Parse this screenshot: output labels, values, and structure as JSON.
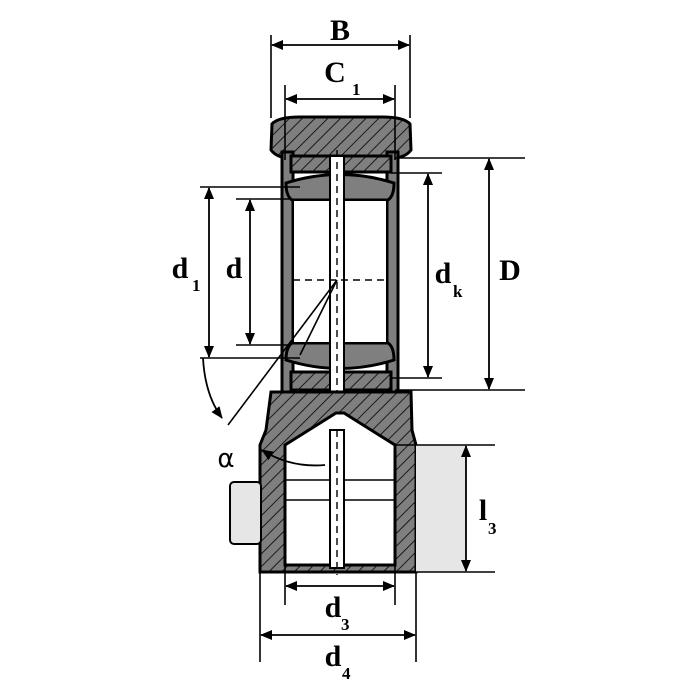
{
  "labels": {
    "B": "B",
    "C": "C",
    "C_sub": "1",
    "D": "D",
    "d": "d",
    "d1": "d",
    "d1_sub": "1",
    "dk": "d",
    "dk_sub": "k",
    "alpha": "α",
    "l3": "l",
    "l3_sub": "3",
    "d3": "d",
    "d3_sub": "3",
    "d4": "d",
    "d4_sub": "4"
  },
  "colors": {
    "body": "#7f7f7f",
    "shaft_stub": "#e6e6e6",
    "line": "#000000"
  }
}
